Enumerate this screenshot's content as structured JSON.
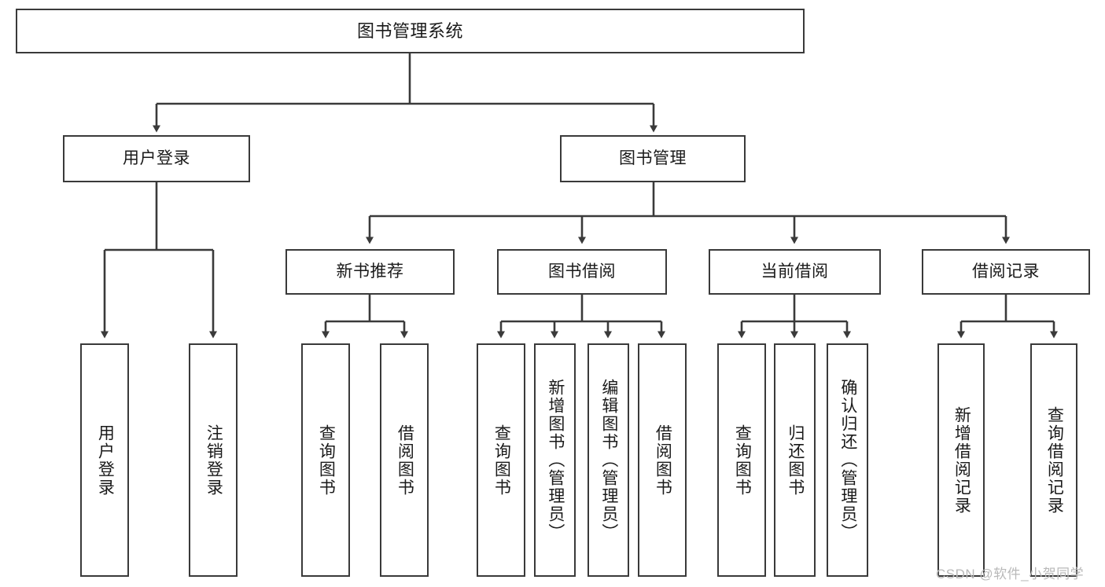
{
  "diagram": {
    "title": "图书管理系统",
    "type": "hierarchy-tree",
    "colors": {
      "background": "#ffffff",
      "box_border": "#3a3a3a",
      "box_fill": "#ffffff",
      "connector": "#3a3a3a",
      "text": "#1a1a1a",
      "watermark": "#b9b9b9"
    },
    "levels": {
      "root": {
        "label": "图书管理系统",
        "orientation": "horizontal"
      },
      "level2": [
        {
          "label": "用户登录",
          "orientation": "horizontal"
        },
        {
          "label": "图书管理",
          "orientation": "horizontal"
        }
      ],
      "level3": [
        {
          "label": "新书推荐",
          "orientation": "horizontal"
        },
        {
          "label": "图书借阅",
          "orientation": "horizontal"
        },
        {
          "label": "当前借阅",
          "orientation": "horizontal"
        },
        {
          "label": "借阅记录",
          "orientation": "horizontal"
        }
      ],
      "leaves": [
        {
          "label": "用户登录",
          "parent": "用户登录",
          "orientation": "vertical"
        },
        {
          "label": "注销登录",
          "parent": "用户登录",
          "orientation": "vertical"
        },
        {
          "label": "查询图书",
          "parent": "新书推荐",
          "orientation": "vertical"
        },
        {
          "label": "借阅图书",
          "parent": "新书推荐",
          "orientation": "vertical"
        },
        {
          "label": "查询图书",
          "parent": "图书借阅",
          "orientation": "vertical"
        },
        {
          "label": "新增图书（管理员）",
          "parent": "图书借阅",
          "orientation": "vertical"
        },
        {
          "label": "编辑图书（管理员）",
          "parent": "图书借阅",
          "orientation": "vertical"
        },
        {
          "label": "借阅图书",
          "parent": "图书借阅",
          "orientation": "vertical"
        },
        {
          "label": "查询图书",
          "parent": "当前借阅",
          "orientation": "vertical"
        },
        {
          "label": "归还图书",
          "parent": "当前借阅",
          "orientation": "vertical"
        },
        {
          "label": "确认归还（管理员）",
          "parent": "当前借阅",
          "orientation": "vertical"
        },
        {
          "label": "新增借阅记录",
          "parent": "借阅记录",
          "orientation": "vertical"
        },
        {
          "label": "查询借阅记录",
          "parent": "借阅记录",
          "orientation": "vertical"
        }
      ]
    }
  },
  "watermark": {
    "text": "CSDN @软件_小贺同学"
  }
}
